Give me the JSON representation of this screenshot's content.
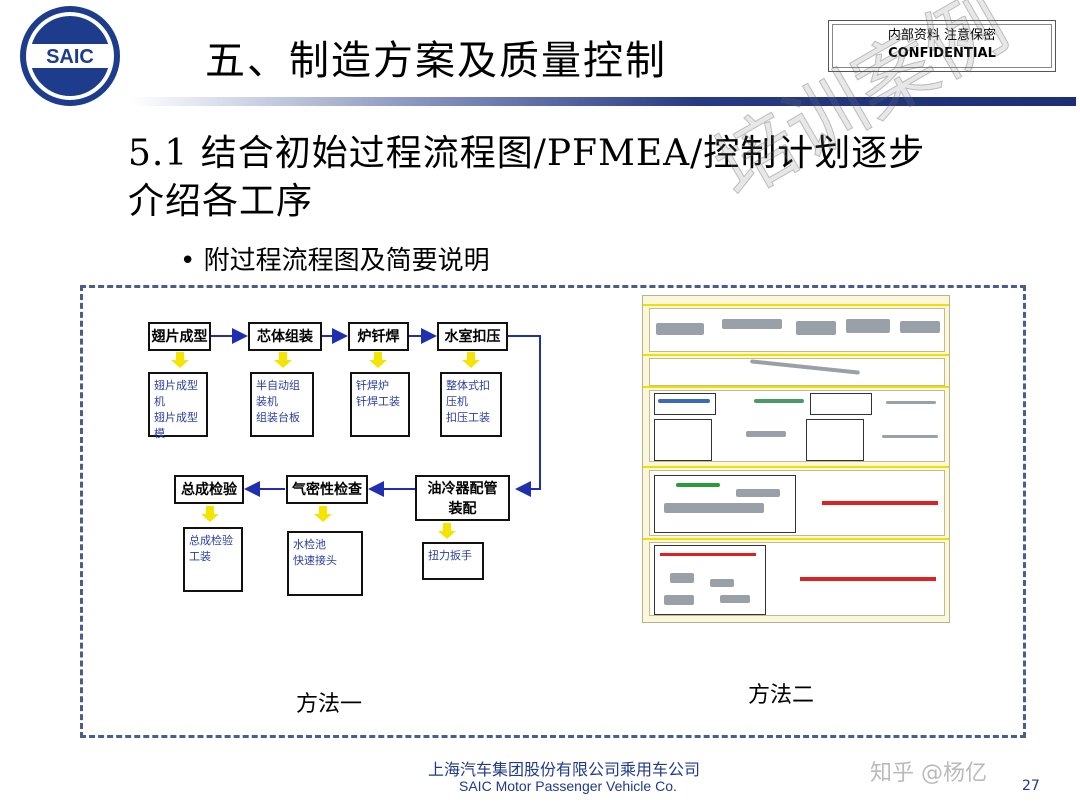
{
  "header": {
    "logo_text": "SAIC",
    "title": "五、制造方案及质量控制",
    "confidential_cn": "内部资料 注意保密",
    "confidential_en": "CONFIDENTIAL"
  },
  "section": {
    "heading": "5.1 结合初始过程流程图/PFMEA/控制计划逐步介绍各工序",
    "bullet": "• 附过程流程图及简要说明",
    "watermark": "培训案例"
  },
  "flow": {
    "steps": [
      "翅片成型",
      "芯体组装",
      "炉钎焊",
      "水室扣压",
      "油冷器配管\n装配",
      "气密性检查",
      "总成检验"
    ],
    "devices": [
      "翅片成型机\n翅片成型模",
      "半自动组装机\n组装台板",
      "钎焊炉\n钎焊工装",
      "整体式扣压机\n扣压工装",
      "扭力扳手",
      "水检池\n快速接头",
      "总成检验工装"
    ]
  },
  "methods": {
    "one": "方法一",
    "two": "方法二"
  },
  "footer": {
    "company_cn": "上海汽车集团股份有限公司乘用车公司",
    "company_en": "SAIC Motor Passenger Vehicle Co.",
    "watermark": "知乎 @杨亿",
    "page": "27"
  },
  "colors": {
    "arrow": "#1f2fb0",
    "down_arrow": "#f5e400",
    "device_text": "#2a3fa0",
    "bar": "#253a82"
  }
}
